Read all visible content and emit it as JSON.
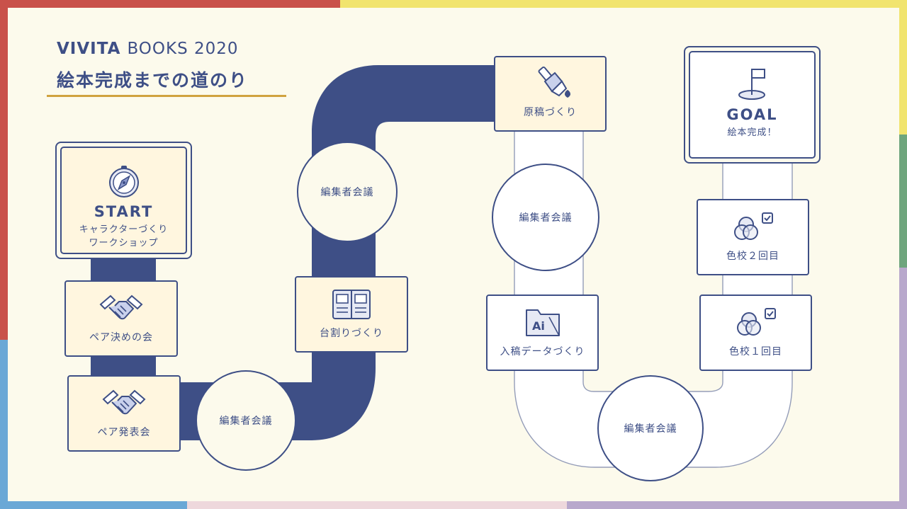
{
  "colors": {
    "navy": "#3e4f86",
    "cream": "#fcfaec",
    "box_fill": "#fff6df",
    "gold_rule": "#d0a23f",
    "frame_red": "#c9514a",
    "frame_yellow": "#f1e46e",
    "frame_green": "#6ea57d",
    "frame_purple": "#b8a8cc",
    "frame_blue": "#6aa8d6",
    "frame_pink": "#eed8dc"
  },
  "header": {
    "brand_bold": "VIVITA",
    "brand_rest": "BOOKS 2020",
    "title": "絵本完成までの道のり"
  },
  "start": {
    "icon": "compass-icon",
    "heading": "START",
    "line1": "キャラクターづくり",
    "line2": "ワークショップ"
  },
  "goal": {
    "icon": "flag-golf-icon",
    "heading": "GOAL",
    "line1": "絵本完成！"
  },
  "steps": {
    "pair_decide": {
      "icon": "handshake-icon",
      "label": "ペア決めの会"
    },
    "pair_announce": {
      "icon": "handshake-icon",
      "label": "ペア発表会"
    },
    "storyboard": {
      "icon": "storyboard-icon",
      "label": "台割りづくり"
    },
    "manuscript": {
      "icon": "paint-brush-icon",
      "label": "原稿づくり"
    },
    "data_prep": {
      "icon": "illustrator-file-icon",
      "label": "入稿データづくり"
    },
    "color_proof_1": {
      "icon": "color-circles-check-icon",
      "label": "色校１回目"
    },
    "color_proof_2": {
      "icon": "color-circles-check-icon",
      "label": "色校２回目"
    }
  },
  "meetings": {
    "m1": "編集者会議",
    "m2": "編集者会議",
    "m3": "編集者会議",
    "m4": "編集者会議"
  }
}
